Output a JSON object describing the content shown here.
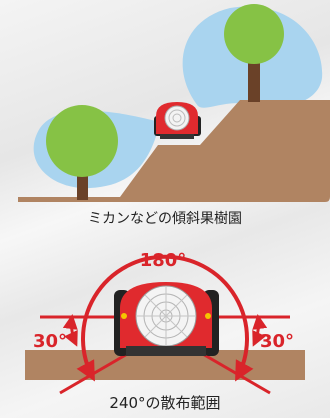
{
  "top_panel": {
    "caption": "ミカンなどの傾斜果樹園"
  },
  "bottom_panel": {
    "angle_top": "180°",
    "angle_left": "30°",
    "angle_right": "30°",
    "caption": "240°の散布範囲"
  },
  "colors": {
    "spray_blue": "#a9d4ef",
    "tree_green": "#86c245",
    "trunk": "#6a4128",
    "soil": "#b08462",
    "arc_red": "#d9242a",
    "machine_red": "#e02a2e"
  }
}
